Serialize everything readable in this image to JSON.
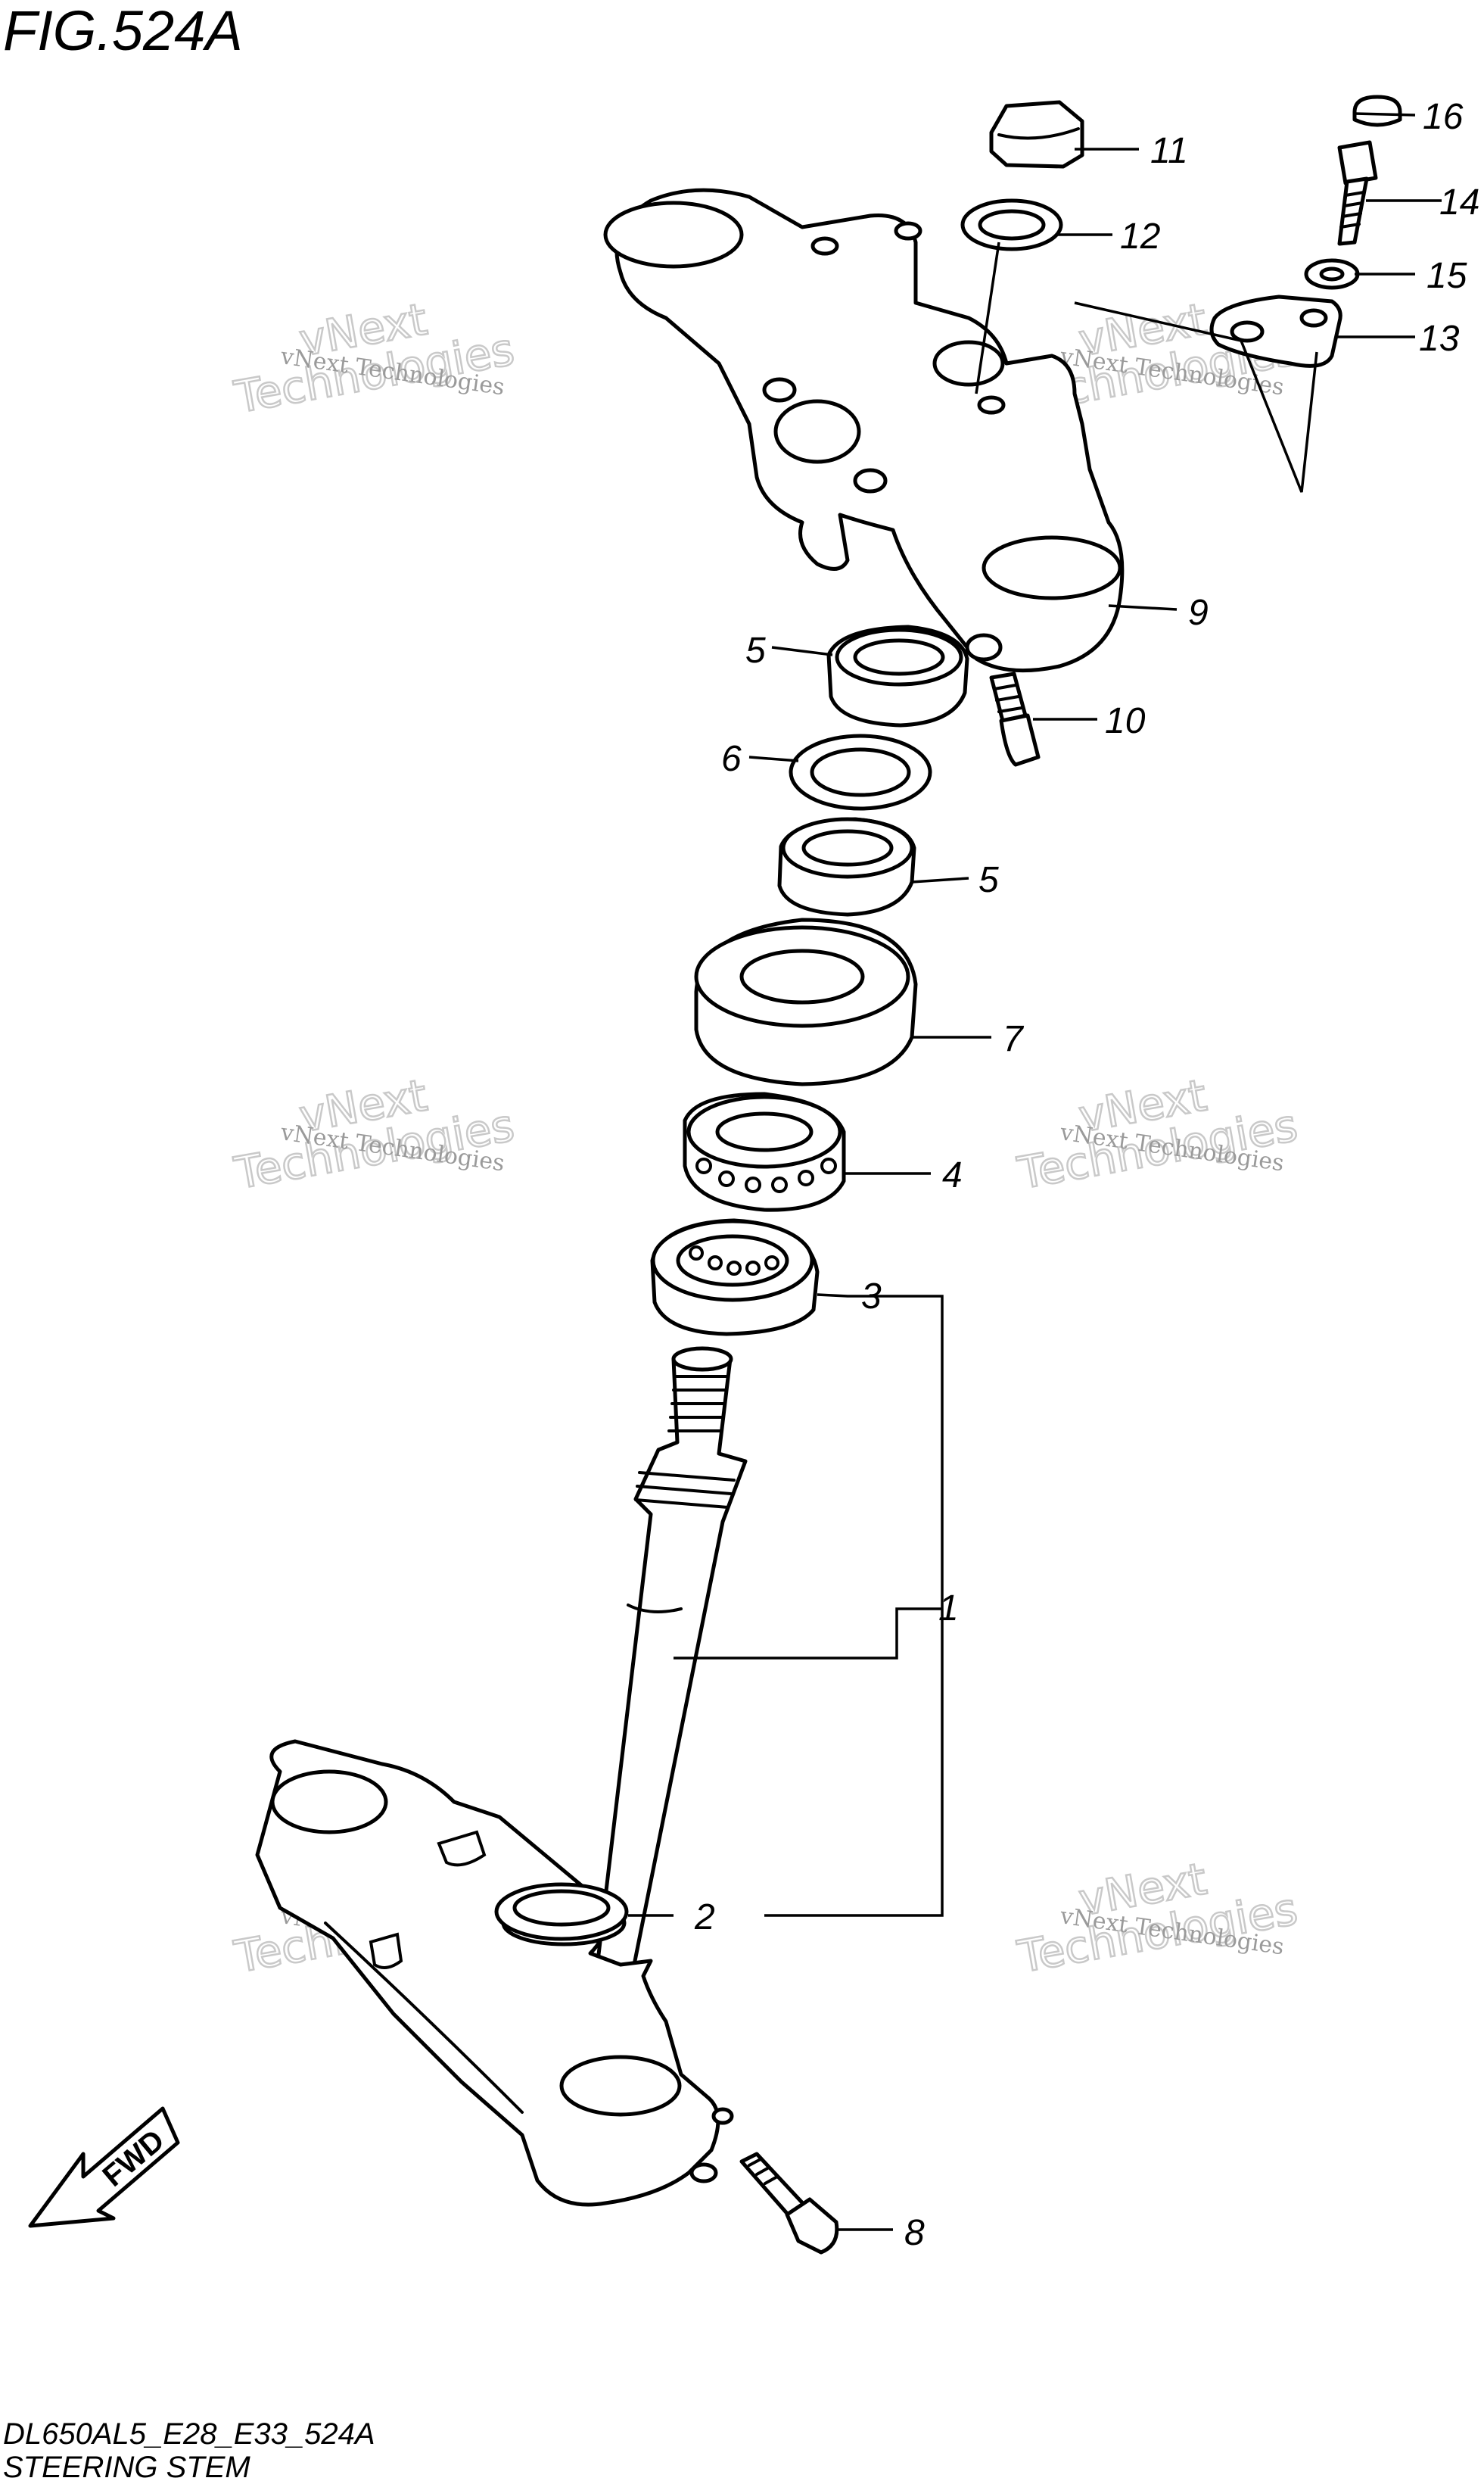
{
  "figure": {
    "title": "FIG.524A",
    "model_code": "DL650AL5_E28_E33_524A",
    "section_name": "STEERING STEM",
    "direction_badge": "FWD"
  },
  "watermark": {
    "line1": "vNext Technologies",
    "big_line1": "vNext",
    "big_line2": "Technologies"
  },
  "callouts": [
    {
      "id": "1"
    },
    {
      "id": "2"
    },
    {
      "id": "3"
    },
    {
      "id": "4"
    },
    {
      "id": "5"
    },
    {
      "id": "6"
    },
    {
      "id": "5"
    },
    {
      "id": "7"
    },
    {
      "id": "8"
    },
    {
      "id": "9"
    },
    {
      "id": "10"
    },
    {
      "id": "11"
    },
    {
      "id": "12"
    },
    {
      "id": "13"
    },
    {
      "id": "14"
    },
    {
      "id": "15"
    },
    {
      "id": "16"
    }
  ]
}
